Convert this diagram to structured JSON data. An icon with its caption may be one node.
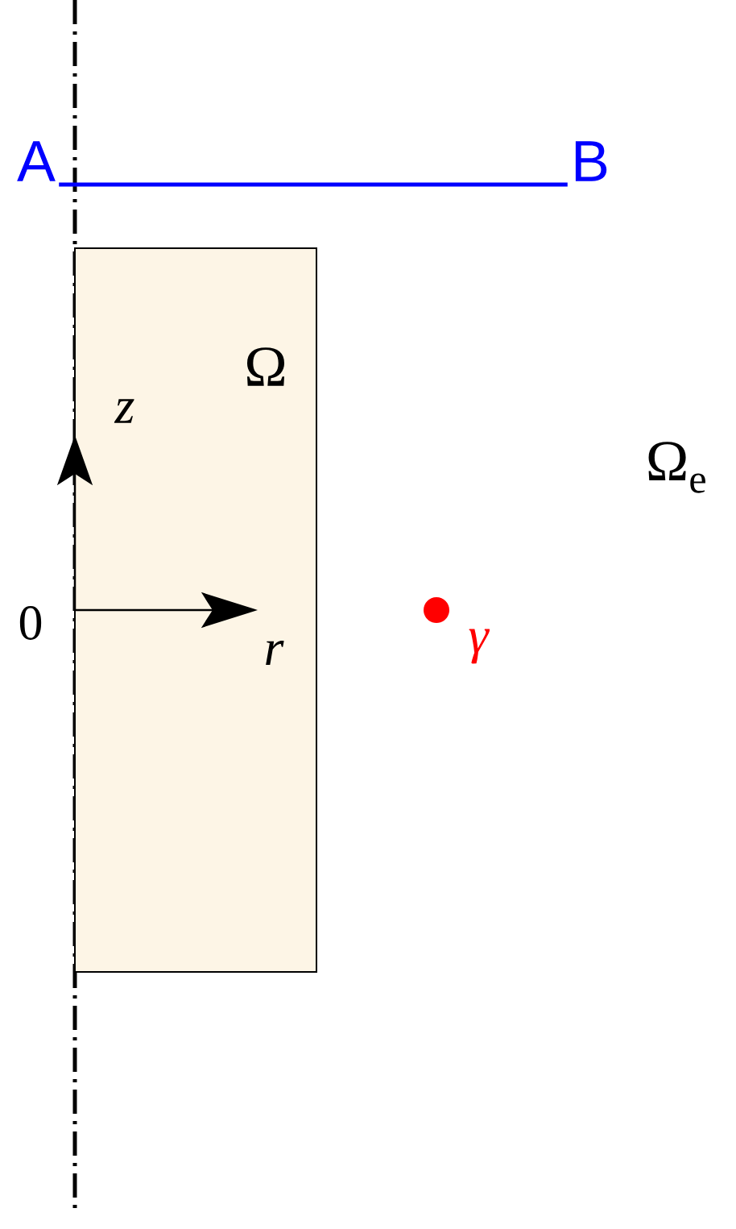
{
  "diagram": {
    "nodes": [
      {
        "text": [
          "Ω"
        ]
      },
      {
        "text": [
          "A"
        ]
      },
      {
        "text": [
          "B"
        ]
      },
      {
        "text": [],
        "shape": "circle",
        "beside": [
          "γ"
        ]
      }
    ],
    "edges": [
      {
        "from": 1,
        "to": 2,
        "arrow": "none",
        "color": "#0000ff"
      }
    ],
    "labels": [
      "z",
      "0",
      "r",
      "Ω$_{e}$"
    ]
  }
}
